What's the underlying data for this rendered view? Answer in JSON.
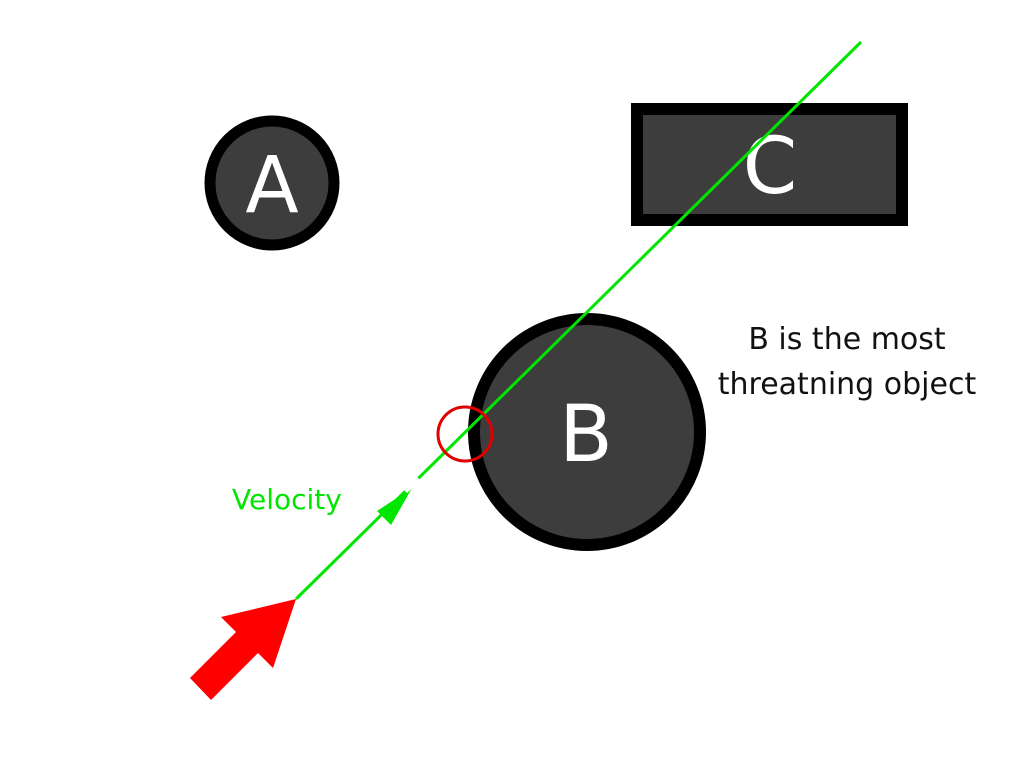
{
  "objects": {
    "a": {
      "label": "A"
    },
    "b": {
      "label": "B"
    },
    "c": {
      "label": "C"
    }
  },
  "velocity": {
    "label": "Velocity"
  },
  "annotation": {
    "line1": "B is the most",
    "line2": "threatning object"
  },
  "colors": {
    "object_fill": "#3d3d3d",
    "object_outline": "#000000",
    "velocity": "#00e600",
    "agent": "#ff0000",
    "collision_marker": "#e00000"
  },
  "icons": {
    "agent": "arrow-icon",
    "collision": "circle-marker-icon"
  }
}
